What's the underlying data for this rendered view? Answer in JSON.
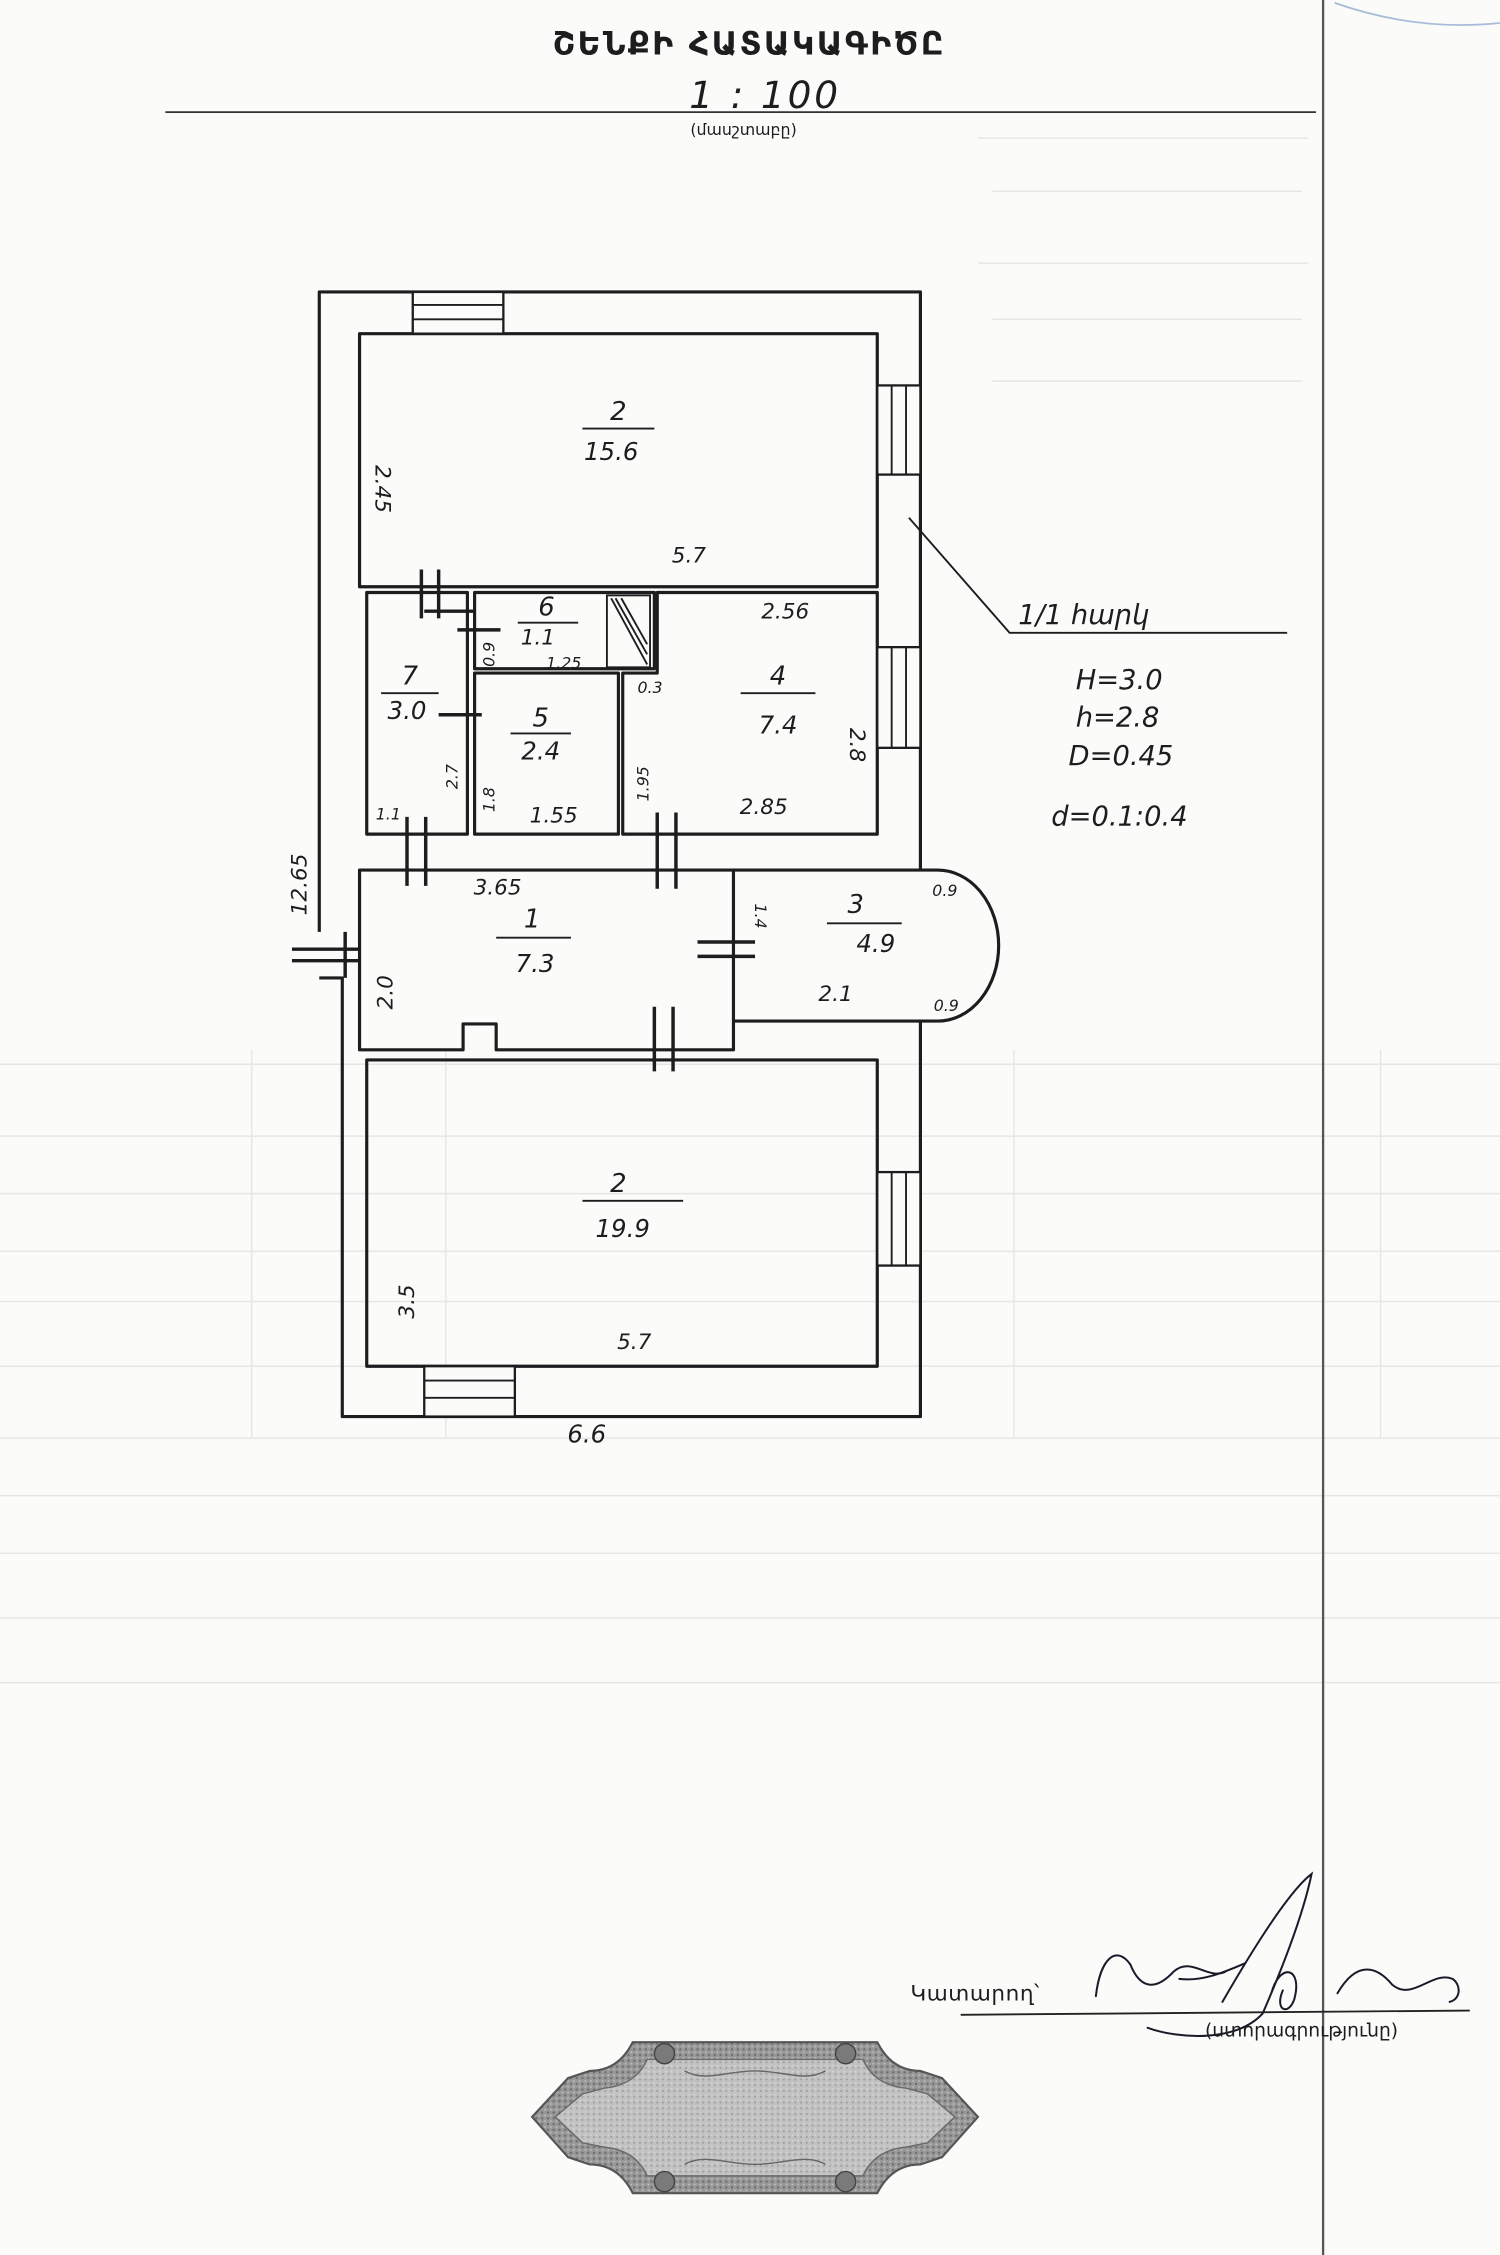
{
  "document": {
    "title": "ՇԵՆՔԻ ՀԱՏԱԿԱԳԻԾԸ",
    "scale": "1 : 100",
    "scale_caption": "(մասշտաբը)"
  },
  "floor_plan": {
    "rooms": [
      {
        "number": "2",
        "area": "15.6"
      },
      {
        "number": "6",
        "area": "1.1"
      },
      {
        "number": "7",
        "area": "3.0"
      },
      {
        "number": "5",
        "area": "2.4"
      },
      {
        "number": "4",
        "area": "7.4"
      },
      {
        "number": "1",
        "area": "7.3"
      },
      {
        "number": "3",
        "area": "4.9"
      },
      {
        "number": "2",
        "area": "19.9"
      }
    ],
    "dimensions": [
      "2.45",
      "5.7",
      "0.9",
      "1.25",
      "0.3",
      "2.56",
      "2.8",
      "2.7",
      "1.8",
      "1.95",
      "1.1",
      "1.55",
      "2.85",
      "12.65",
      "3.65",
      "1.4",
      "0.9",
      "0.9",
      "2.1",
      "2.0",
      "3.5",
      "5.7",
      "6.6"
    ]
  },
  "annotation": {
    "floor": "1/1 հարկ",
    "params": [
      "H=3.0",
      "h=2.8",
      "D=0.45",
      "d=0.1:0.4"
    ]
  },
  "signature_block": {
    "performer_label": "Կատարող՝",
    "signature_caption": "(ստորագրությունը)"
  },
  "colors": {
    "ink": "#1d1d1f",
    "paper": "#fbfbf9",
    "stamp": "#8e8e8e"
  }
}
